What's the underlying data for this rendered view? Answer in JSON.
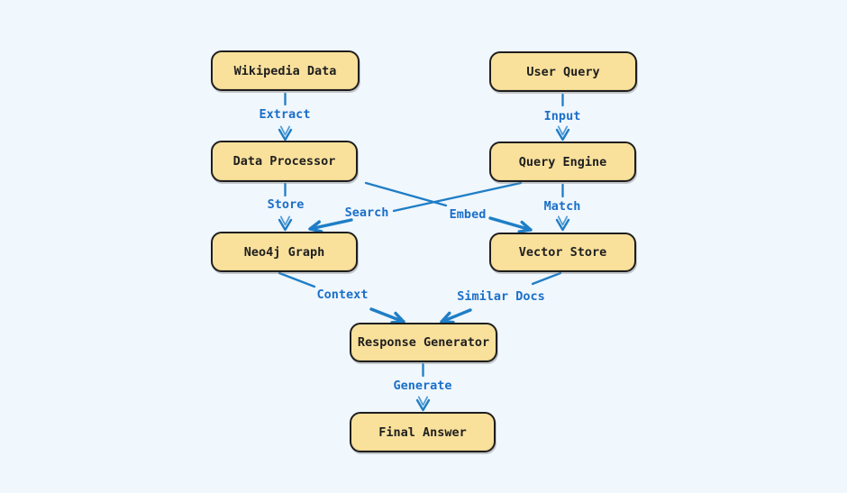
{
  "diagram": {
    "type": "flowchart",
    "colors": {
      "background": "#f0f7fd",
      "node_fill": "#f9e19c",
      "node_border": "#1e1e1e",
      "node_text": "#1e1e1e",
      "edge_line": "#1f7ec6",
      "edge_label": "#1a6fc9"
    },
    "nodes": [
      {
        "id": "wikipedia-data",
        "label": "Wikipedia Data"
      },
      {
        "id": "user-query",
        "label": "User Query"
      },
      {
        "id": "data-processor",
        "label": "Data Processor"
      },
      {
        "id": "query-engine",
        "label": "Query Engine"
      },
      {
        "id": "neo4j-graph",
        "label": "Neo4j Graph"
      },
      {
        "id": "vector-store",
        "label": "Vector Store"
      },
      {
        "id": "response-generator",
        "label": "Response Generator"
      },
      {
        "id": "final-answer",
        "label": "Final Answer"
      }
    ],
    "edges": [
      {
        "from": "Wikipedia Data",
        "to": "Data Processor",
        "label": "Extract"
      },
      {
        "from": "User Query",
        "to": "Query Engine",
        "label": "Input"
      },
      {
        "from": "Data Processor",
        "to": "Neo4j Graph",
        "label": "Store"
      },
      {
        "from": "Query Engine",
        "to": "Vector Store",
        "label": "Match"
      },
      {
        "from": "Query Engine",
        "to": "Neo4j Graph",
        "label": "Search"
      },
      {
        "from": "Data Processor",
        "to": "Vector Store",
        "label": "Embed"
      },
      {
        "from": "Neo4j Graph",
        "to": "Response Generator",
        "label": "Context"
      },
      {
        "from": "Vector Store",
        "to": "Response Generator",
        "label": "Similar Docs"
      },
      {
        "from": "Response Generator",
        "to": "Final Answer",
        "label": "Generate"
      }
    ]
  }
}
